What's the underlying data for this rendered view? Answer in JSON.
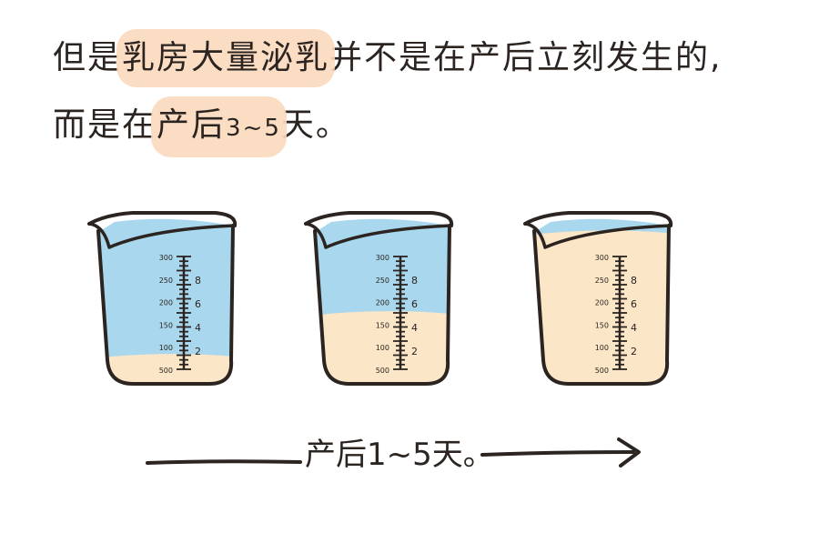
{
  "text": {
    "line1": {
      "p1": "但是",
      "p2": "乳房大量泌乳",
      "p3": "并不是在产后立刻发生的,"
    },
    "line2": {
      "p1": "而是在",
      "p2": "产后",
      "p3": "3~5",
      "p4": "天。"
    }
  },
  "beakers": [
    {
      "name": "beaker-left",
      "milk_fraction": 0.18,
      "scale_labels": [
        "300",
        "250",
        "200",
        "150",
        "100",
        "500"
      ],
      "major_labels": [
        "8",
        "6",
        "4",
        "2"
      ]
    },
    {
      "name": "beaker-middle",
      "milk_fraction": 0.45,
      "scale_labels": [
        "300",
        "250",
        "200",
        "150",
        "100",
        "500"
      ],
      "major_labels": [
        "8",
        "6",
        "4",
        "2"
      ]
    },
    {
      "name": "beaker-right",
      "milk_fraction": 0.96,
      "scale_labels": [
        "300",
        "250",
        "200",
        "150",
        "100",
        "500"
      ],
      "major_labels": [
        "8",
        "6",
        "4",
        "2"
      ]
    }
  ],
  "timeline": {
    "label": "产后1~5天。"
  },
  "colors": {
    "water": "#a9d8ee",
    "milk": "#fbe6c8",
    "outline": "#2b2420",
    "highlight": "#fbd9bd"
  }
}
